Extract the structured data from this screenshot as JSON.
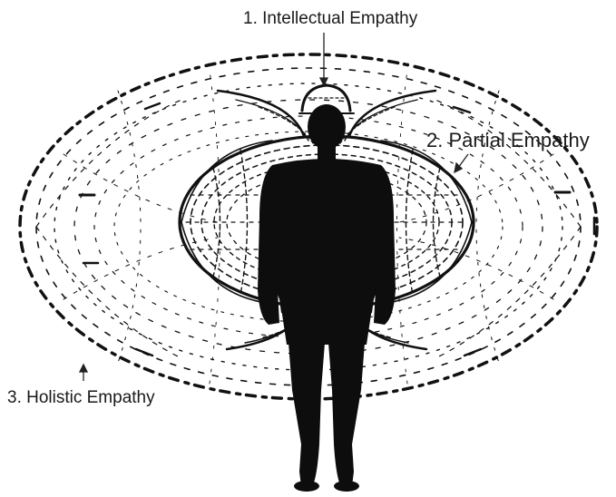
{
  "diagram": {
    "labels": {
      "intellectual": "1. Intellectual Empathy",
      "partial": "2. Partial Empathy",
      "holistic": "3. Holistic Empathy"
    },
    "icons": {
      "figure": "human-silhouette-icon",
      "outer_field": "large-torus-field",
      "inner_field": "small-torus-field",
      "head_field": "head-dome-field"
    },
    "colors": {
      "ink": "#1a1a1a",
      "background": "#ffffff"
    }
  }
}
